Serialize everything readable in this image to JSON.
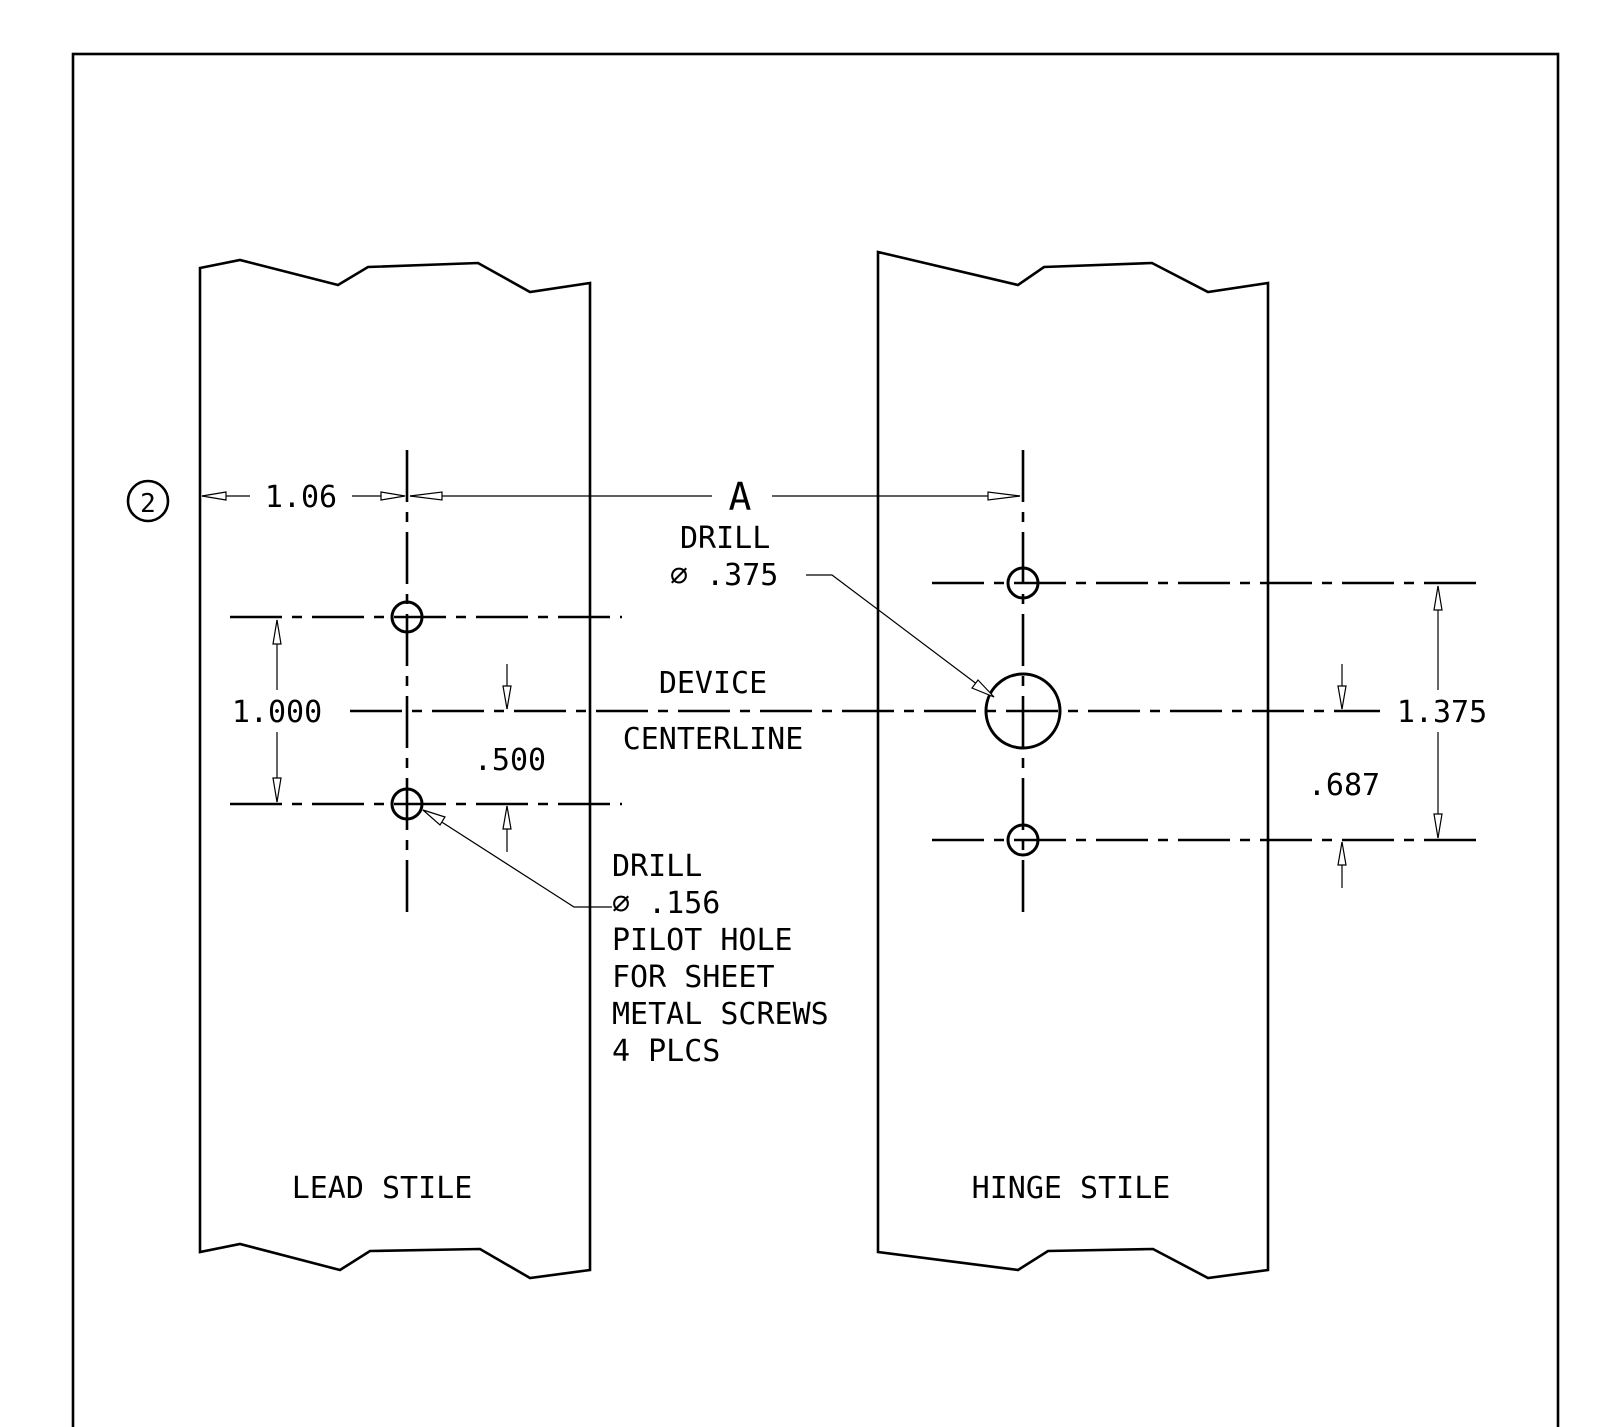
{
  "reference_marker": "2",
  "dims": {
    "lead_offset": "1.06",
    "span": "A",
    "lead_hole_spacing": "1.000",
    "lead_half_spacing": ".500",
    "hinge_hole_spacing": "1.375",
    "hinge_half_spacing": ".687"
  },
  "notes": {
    "large_hole_line1": "DRILL",
    "large_hole_line2": "⌀ .375",
    "pilot_lines": [
      "DRILL",
      "⌀ .156",
      "PILOT HOLE",
      "FOR SHEET",
      "METAL SCREWS",
      "4 PLCS"
    ]
  },
  "centerline_label": [
    "DEVICE",
    "CENTERLINE"
  ],
  "stiles": {
    "lead": "LEAD STILE",
    "hinge": "HINGE STILE"
  }
}
